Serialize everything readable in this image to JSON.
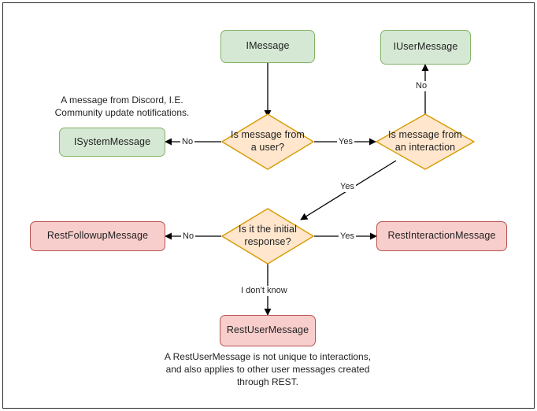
{
  "diagram": {
    "title": "Discord message type decision flowchart",
    "colors": {
      "green_fill": "#d5e8d4",
      "green_stroke": "#82b366",
      "pink_fill": "#f8cecc",
      "pink_stroke": "#b85450",
      "orange_fill": "#ffe6cc",
      "orange_stroke": "#d79b00",
      "edge_stroke": "#000000",
      "frame_border": "#2b2b2b",
      "background": "#ffffff",
      "text": "#1f1f1f"
    }
  },
  "nodes": {
    "imessage": {
      "label": "IMessage",
      "shape": "rounded-rect",
      "style": "green"
    },
    "iusermessage": {
      "label": "IUserMessage",
      "shape": "rounded-rect",
      "style": "green"
    },
    "isystemmessage": {
      "label": "ISystemMessage",
      "shape": "rounded-rect",
      "style": "green"
    },
    "is_message_from_user": {
      "label": "Is message from\na user?",
      "shape": "diamond",
      "style": "orange"
    },
    "is_message_from_interaction": {
      "label": "Is message from\nan interaction",
      "shape": "diamond",
      "style": "orange"
    },
    "is_initial_response": {
      "label": "Is it the initial\nresponse?",
      "shape": "diamond",
      "style": "orange"
    },
    "restfollowupmessage": {
      "label": "RestFollowupMessage",
      "shape": "rounded-rect",
      "style": "pink"
    },
    "restinteractionmessage": {
      "label": "RestInteractionMessage",
      "shape": "rounded-rect",
      "style": "pink"
    },
    "restusermessage": {
      "label": "RestUserMessage",
      "shape": "rounded-rect",
      "style": "pink"
    }
  },
  "edge_labels": {
    "user_no": "No",
    "user_yes": "Yes",
    "interaction_no": "No",
    "interaction_yes": "Yes",
    "initial_no": "No",
    "initial_yes": "Yes",
    "initial_unknown": "I don’t know"
  },
  "annotations": {
    "system_message_note": "A message from Discord, I.E.\nCommunity update notifications.",
    "rest_user_message_note": "A RestUserMessage is not unique to interactions,\nand also applies to other user messages created\nthrough REST."
  }
}
